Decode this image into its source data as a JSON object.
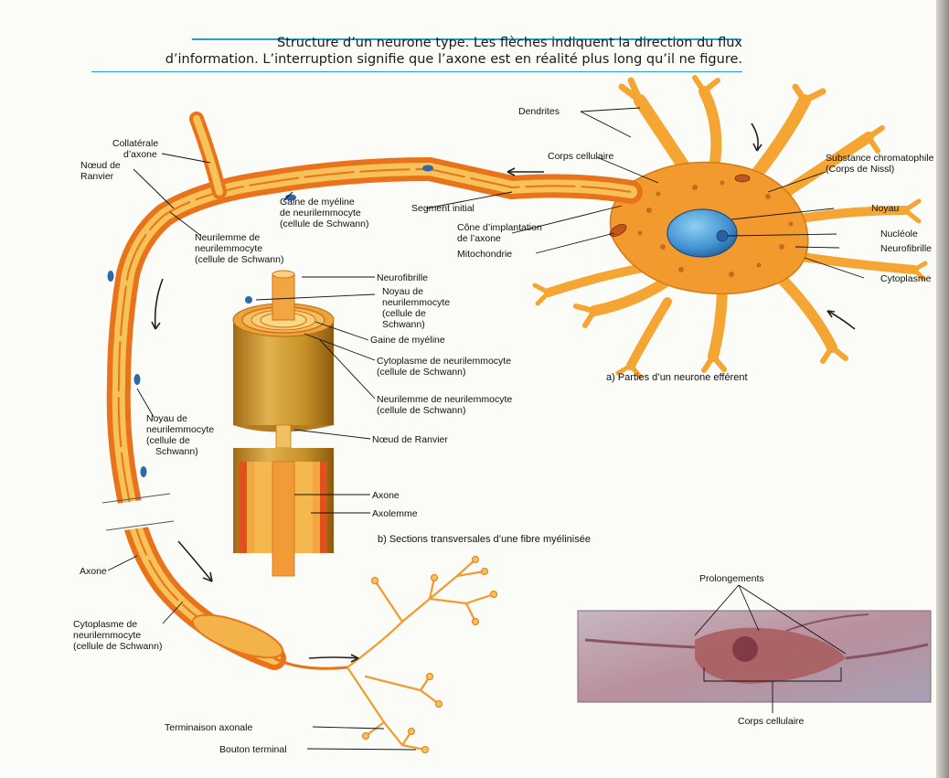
{
  "header": {
    "line1": "Structure d’un neurone type. Les flèches indiquent la direction du flux",
    "line2": "d’information. L’interruption signifie que l’axone est en réalité plus long qu’il ne figure."
  },
  "labels": {
    "dendrites": "Dendrites",
    "corps_cellulaire": "Corps cellulaire",
    "substance_1": "Substance chromatophile",
    "substance_2": "(Corps de Nissl)",
    "noyau": "Noyau",
    "nucleole": "Nucléole",
    "neurofibrille_right": "Neurofibrille",
    "cytoplasme": "Cytoplasme",
    "collaterale_1": "Collatérale",
    "collaterale_2": "d’axone",
    "noeud_left_1": "Nœud de",
    "noeud_left_2": "Ranvier",
    "gaine_top_1": "Gaine de myéline",
    "gaine_top_2": "de neurilemmocyte",
    "gaine_top_3": "(cellule de Schwann)",
    "segment_initial": "Segment initial",
    "cone_1": "Cône d’implantation",
    "cone_2": "de l’axone",
    "mitochondrie": "Mitochondrie",
    "neurilemme_1": "Neurilemme de",
    "neurilemme_2": "neurilemmocyte",
    "neurilemme_3": "(cellule de Schwann)",
    "neurofibrille_mid": "Neurofibrille",
    "noyau_mid_1": "Noyau de",
    "noyau_mid_2": "neurilemmocyte",
    "noyau_mid_3": "(cellule de",
    "noyau_mid_4": "Schwann)",
    "gaine_mid": "Gaine de myéline",
    "cyto_mid_1": "Cytoplasme de neurilemmocyte",
    "cyto_mid_2": "(cellule de Schwann)",
    "neuril_mid_1": "Neurilemme de neurilemmocyte",
    "neuril_mid_2": "(cellule de Schwann)",
    "noeud_mid": "Nœud de Ranvier",
    "axone_mid": "Axone",
    "axolemme": "Axolemme",
    "noyau_left_1": "Noyau de",
    "noyau_left_2": "neurilemmocyte",
    "noyau_left_3": "(cellule de",
    "noyau_left_4": "Schwann)",
    "axone_left": "Axone",
    "cyto_left_1": "Cytoplasme de",
    "cyto_left_2": "neurilemmocyte",
    "cyto_left_3": "(cellule de Schwann)",
    "terminaison": "Terminaison axonale",
    "bouton": "Bouton terminal",
    "prolongements": "Prolongements",
    "corps_photo": "Corps cellulaire"
  },
  "captions": {
    "a": "a) Parties d’un neurone efférent",
    "b": "b) Sections transversales d’une fibre myélinisée"
  },
  "colors": {
    "axon_orange": "#f08a1e",
    "myelin_yellow": "#f7c25a",
    "body_orange": "#f4a03a",
    "nucleus_blue": "#4aa0d8",
    "photo_pink": "#c8828a"
  }
}
